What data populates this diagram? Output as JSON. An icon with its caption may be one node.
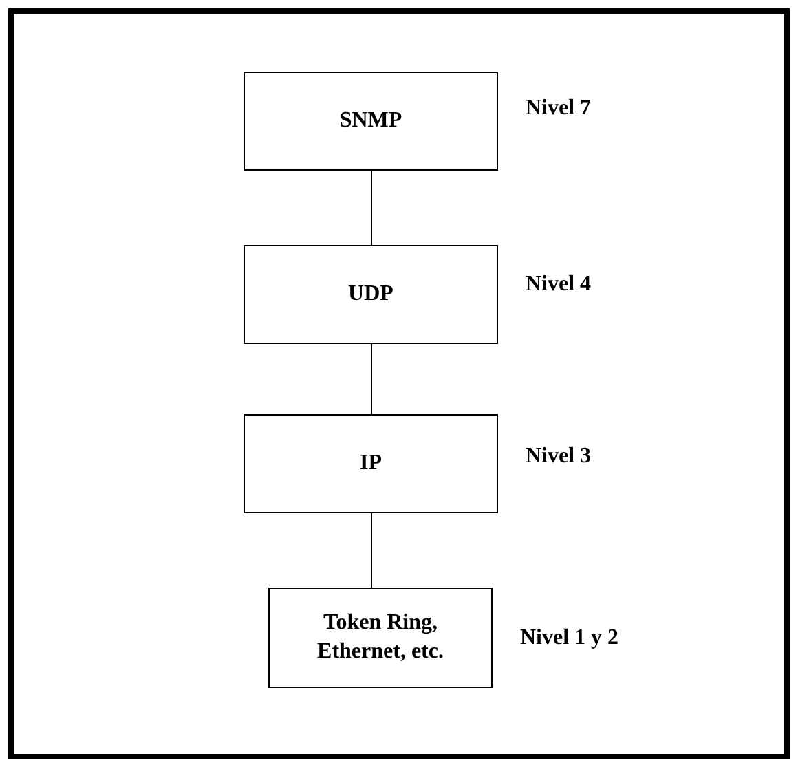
{
  "diagram": {
    "nodes": [
      {
        "text": [
          "SNMP"
        ],
        "beside": [
          "Nivel 7"
        ]
      },
      {
        "text": [
          "UDP"
        ],
        "beside": [
          "Nivel 4"
        ]
      },
      {
        "text": [
          "IP"
        ],
        "beside": [
          "Nivel 3"
        ]
      },
      {
        "text": [
          "Token Ring, Ethernet, etc."
        ],
        "beside": [
          "Nivel 1 y 2"
        ]
      }
    ],
    "edges": [
      {
        "from": 0,
        "to": 1,
        "arrow": "none"
      },
      {
        "from": 1,
        "to": 2,
        "arrow": "none"
      },
      {
        "from": 2,
        "to": 3,
        "arrow": "none"
      }
    ]
  }
}
